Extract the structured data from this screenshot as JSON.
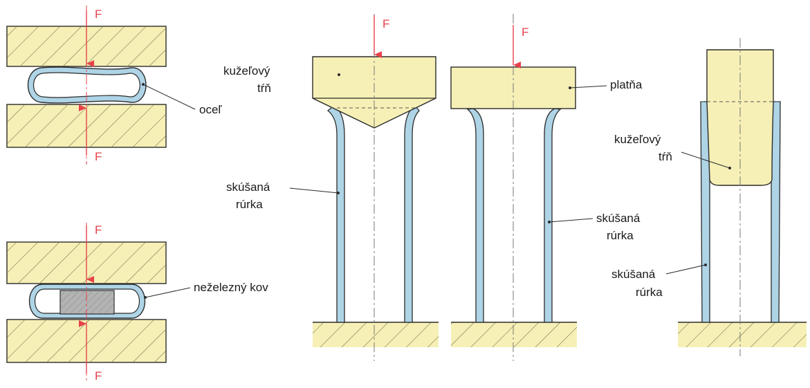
{
  "labels": {
    "force": "F",
    "steel": "oceľ",
    "nonferrous": "neželezný kov",
    "cone_mandrel_line1": "kužeľový",
    "cone_mandrel_line2": "tŕň",
    "plate": "platňa",
    "tested_tube_line1": "skúšaná",
    "tested_tube_line2": "rúrka"
  },
  "colors": {
    "block_fill": "#f6f0b6",
    "hatch": "#6d6a45",
    "tube_fill": "#aed4e6",
    "outline": "#2b2b2b",
    "force_arrow": "#e8414a",
    "insert_fill": "#b3b3b3",
    "centerline": "#777777"
  }
}
